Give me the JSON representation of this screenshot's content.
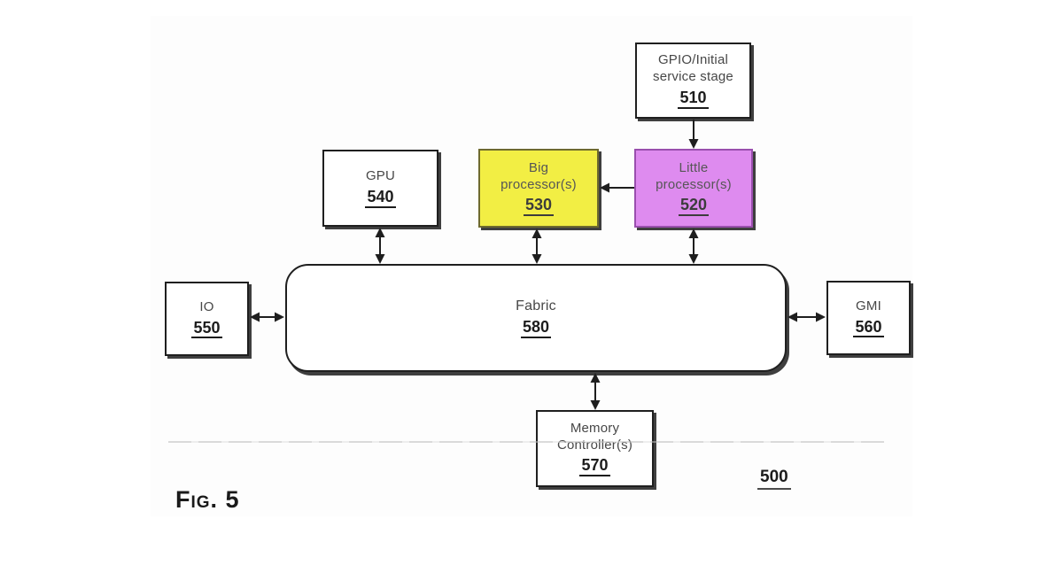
{
  "figure": {
    "fig_label": "Fig. 5",
    "overall_ref": "500"
  },
  "boxes": {
    "gpio": {
      "label": "GPIO/Initial\nservice stage",
      "ref": "510"
    },
    "little": {
      "label": "Little\nprocessor(s)",
      "ref": "520",
      "fill": "#de8bef",
      "border": "#9a4fae"
    },
    "big": {
      "label": "Big\nprocessor(s)",
      "ref": "530",
      "fill": "#f2ee44",
      "border": "#6e6a2e"
    },
    "gpu": {
      "label": "GPU",
      "ref": "540"
    },
    "io": {
      "label": "IO",
      "ref": "550"
    },
    "gmi": {
      "label": "GMI",
      "ref": "560"
    },
    "mem": {
      "label": "Memory\nController(s)",
      "ref": "570"
    },
    "fabric": {
      "label": "Fabric",
      "ref": "580"
    }
  },
  "connections": [
    {
      "from": "510",
      "to": "520",
      "type": "single-arrow-down"
    },
    {
      "from": "520",
      "to": "530",
      "type": "single-arrow-left"
    },
    {
      "from": "540",
      "to": "580",
      "type": "double-arrow-vertical"
    },
    {
      "from": "530",
      "to": "580",
      "type": "double-arrow-vertical"
    },
    {
      "from": "520",
      "to": "580",
      "type": "double-arrow-vertical"
    },
    {
      "from": "550",
      "to": "580",
      "type": "double-arrow-horizontal"
    },
    {
      "from": "580",
      "to": "560",
      "type": "double-arrow-horizontal"
    },
    {
      "from": "580",
      "to": "570",
      "type": "double-arrow-vertical"
    }
  ],
  "colors": {
    "line": "#1e1e1e",
    "shadow": "#3f3f3f",
    "big_fill": "#f2ee44",
    "big_border": "#6e6a2e",
    "little_fill": "#de8bef",
    "little_border": "#9a4fae"
  }
}
